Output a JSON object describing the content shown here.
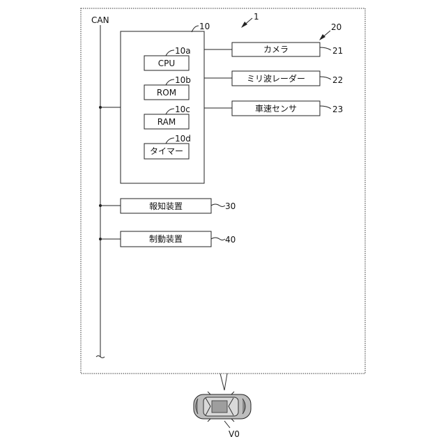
{
  "bus": {
    "label": "CAN"
  },
  "system": {
    "ref": "1"
  },
  "sensors_group": {
    "ref": "20"
  },
  "ecu": {
    "ref": "10",
    "cpu": {
      "label": "CPU",
      "ref": "10a"
    },
    "rom": {
      "label": "ROM",
      "ref": "10b"
    },
    "ram": {
      "label": "RAM",
      "ref": "10c"
    },
    "timer": {
      "label": "タイマー",
      "ref": "10d"
    }
  },
  "sensors": {
    "camera": {
      "label": "カメラ",
      "ref": "21"
    },
    "radar": {
      "label": "ミリ波レーダー",
      "ref": "22"
    },
    "speed": {
      "label": "車速センサ",
      "ref": "23"
    }
  },
  "notification": {
    "label": "報知装置",
    "ref": "30"
  },
  "braking": {
    "label": "制動装置",
    "ref": "40"
  },
  "vehicle": {
    "ref": "V0"
  }
}
